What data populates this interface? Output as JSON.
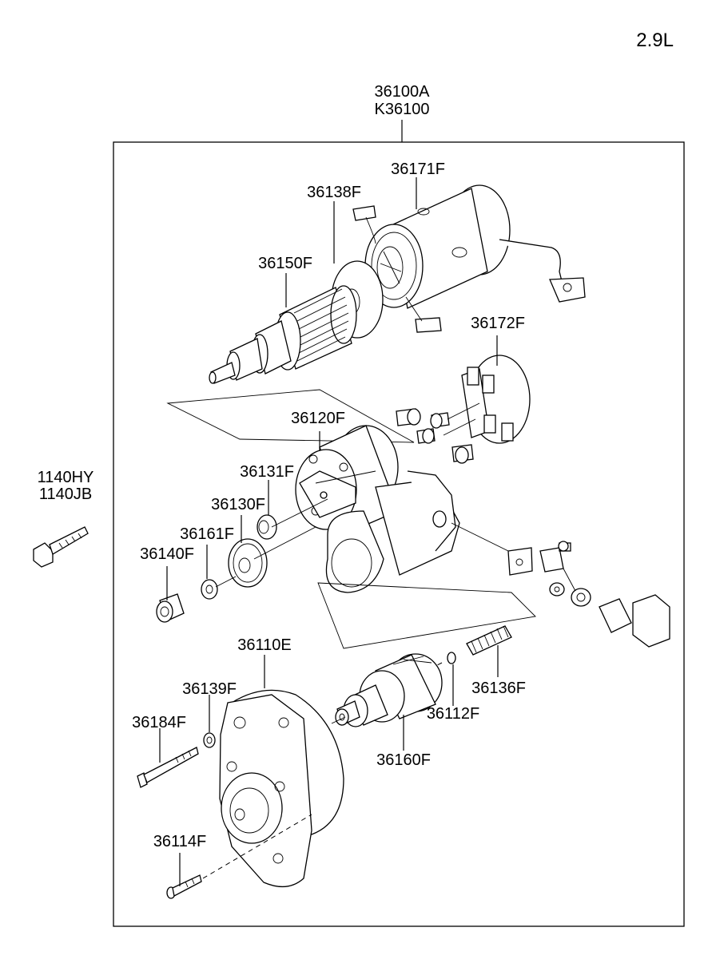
{
  "engine": "2.9L",
  "assembly": {
    "code_a": "36100A",
    "code_b": "K36100"
  },
  "colors": {
    "line": "#000000",
    "background": "#ffffff"
  },
  "parts": {
    "p36171F": "36171F",
    "p36138F": "36138F",
    "p36150F": "36150F",
    "p36172F": "36172F",
    "p36120F": "36120F",
    "p36131F": "36131F",
    "p36130F": "36130F",
    "p36161F": "36161F",
    "p36140F": "36140F",
    "p36110E": "36110E",
    "p36139F": "36139F",
    "p36184F": "36184F",
    "p36114F": "36114F",
    "p36136F": "36136F",
    "p36112F": "36112F",
    "p36160F": "36160F"
  },
  "bolt_parts": {
    "a": "1140HY",
    "b": "1140JB"
  }
}
